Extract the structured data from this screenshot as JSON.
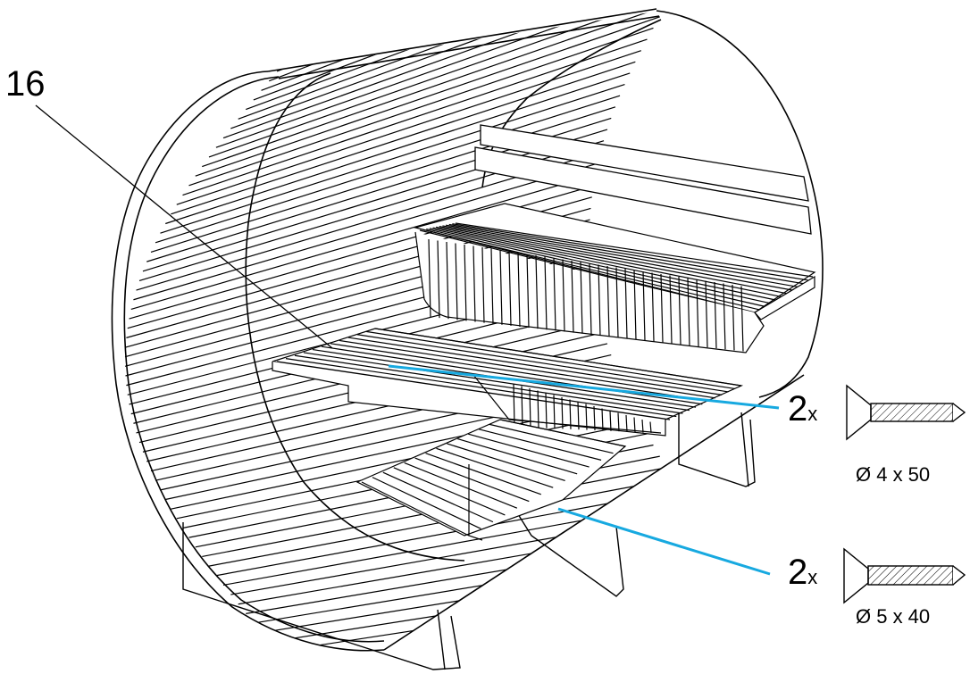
{
  "part_label": "16",
  "screws": [
    {
      "quantity": "2",
      "quantity_suffix": "x",
      "size": "Ø 4 x 50"
    },
    {
      "quantity": "2",
      "quantity_suffix": "x",
      "size": "Ø 5 x 40"
    }
  ],
  "colors": {
    "callout_line": "#17a9e0",
    "line_art": "#000000",
    "background": "#ffffff"
  }
}
